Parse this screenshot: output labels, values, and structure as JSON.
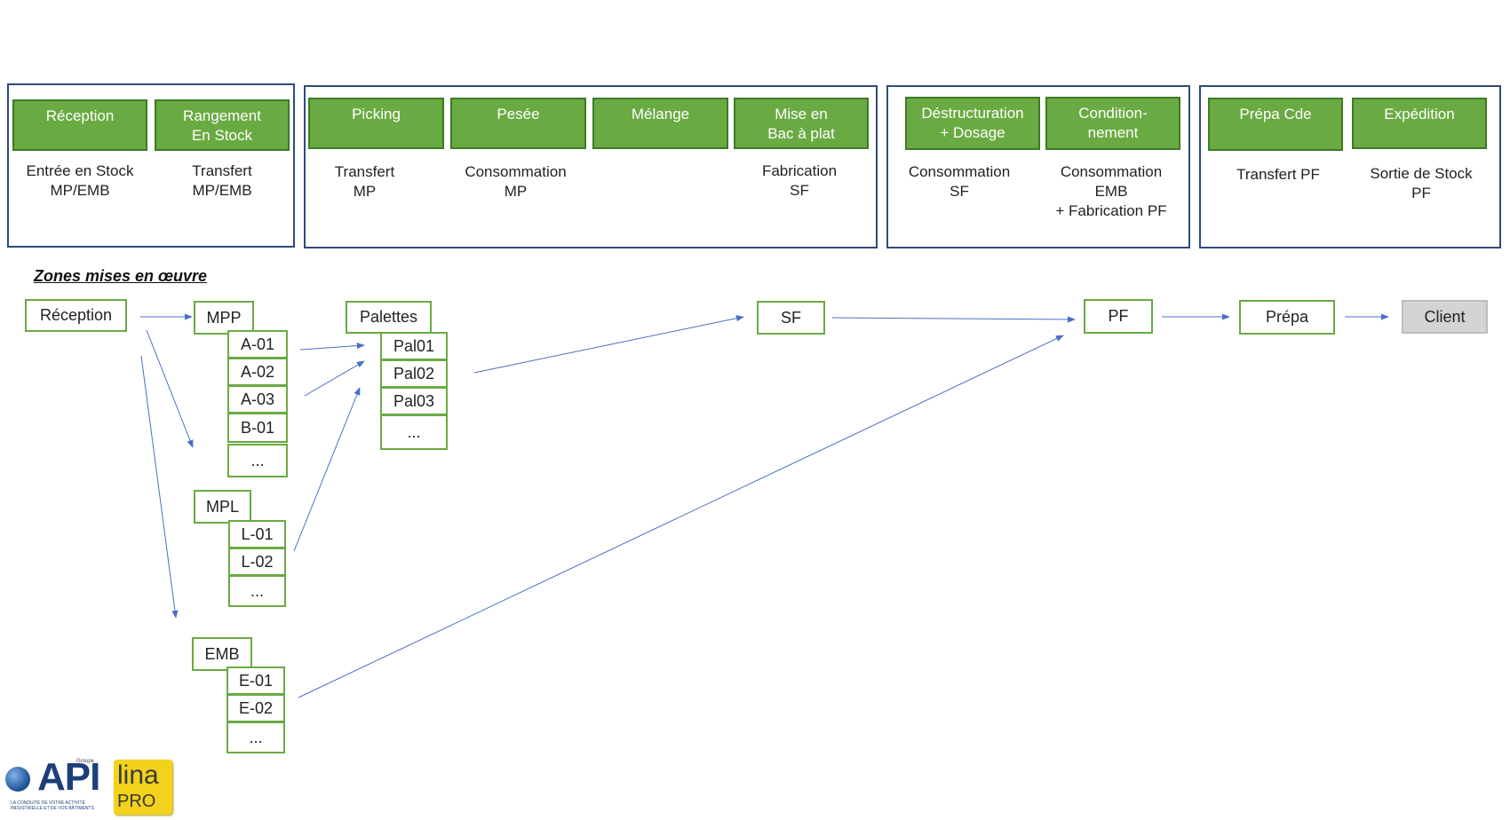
{
  "groups": [
    {
      "steps": [
        {
          "label": "Réception",
          "desc": "Entrée en Stock\nMP/EMB"
        },
        {
          "label": "Rangement\nEn Stock",
          "desc": "Transfert\nMP/EMB"
        }
      ]
    },
    {
      "steps": [
        {
          "label": "Picking",
          "desc": "Transfert\nMP"
        },
        {
          "label": "Pesée",
          "desc": "Consommation\nMP"
        },
        {
          "label": "Mélange",
          "desc": ""
        },
        {
          "label": "Mise en\nBac à plat",
          "desc": "Fabrication\nSF"
        }
      ]
    },
    {
      "steps": [
        {
          "label": "Déstructuration\n+ Dosage",
          "desc": "Consommation\nSF"
        },
        {
          "label": "Condition-\nnement",
          "desc": "Consommation\nEMB\n+ Fabrication PF"
        }
      ]
    },
    {
      "steps": [
        {
          "label": "Prépa Cde",
          "desc": "Transfert PF"
        },
        {
          "label": "Expédition",
          "desc": "Sortie de Stock\nPF"
        }
      ]
    }
  ],
  "zones_title": "Zones mises en œuvre",
  "zones": {
    "reception": "Réception",
    "mpp": "MPP",
    "mpp_slots": [
      "A-01",
      "A-02",
      "A-03",
      "B-01",
      "..."
    ],
    "mpl": "MPL",
    "mpl_slots": [
      "L-01",
      "L-02",
      "..."
    ],
    "emb": "EMB",
    "emb_slots": [
      "E-01",
      "E-02",
      "..."
    ],
    "palettes": "Palettes",
    "palettes_slots": [
      "Pal01",
      "Pal02",
      "Pal03",
      "..."
    ],
    "sf": "SF",
    "pf": "PF",
    "prepa": "Prépa",
    "client": "Client"
  },
  "logos": {
    "api": "API",
    "api_group": "Groupe",
    "api_tagline": "LA CONDUITE DE VOTRE ACTIVITÉ INDUSTRIELLE ET DE VOS BÂTIMENTS",
    "lina": "lina",
    "lina_pro": "PRO"
  },
  "colors": {
    "step_fill": "#6aaa43",
    "group_border": "#2f4a7a",
    "arrow": "#4a6fc4",
    "client_fill": "#d4d4d4"
  }
}
